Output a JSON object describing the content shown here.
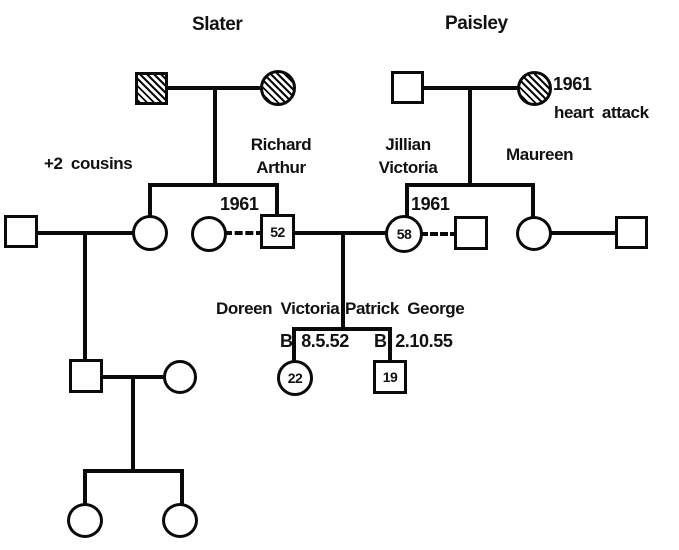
{
  "colors": {
    "ink": "#0a0a0a",
    "paper": "#ffffff"
  },
  "genogram": {
    "slater": {
      "family_label": "Slater",
      "cousins_note": "+2 cousins"
    },
    "paisley": {
      "family_label": "Paisley",
      "grandmother": {
        "death_year": "1961",
        "death_cause": "heart attack"
      }
    },
    "richard": {
      "name": "Richard\nArthur",
      "age": "52",
      "separation_year": "1961"
    },
    "jillian": {
      "name": "Jillian\nVictoria",
      "age": "58",
      "separation_year": "1961"
    },
    "maureen": {
      "name": "Maureen"
    },
    "doreen": {
      "name": "Doreen Victoria",
      "birth": "B 8.5.52",
      "age": "22"
    },
    "patrick": {
      "name": "Patrick George",
      "birth": "B 2.10.55",
      "age": "19"
    }
  }
}
